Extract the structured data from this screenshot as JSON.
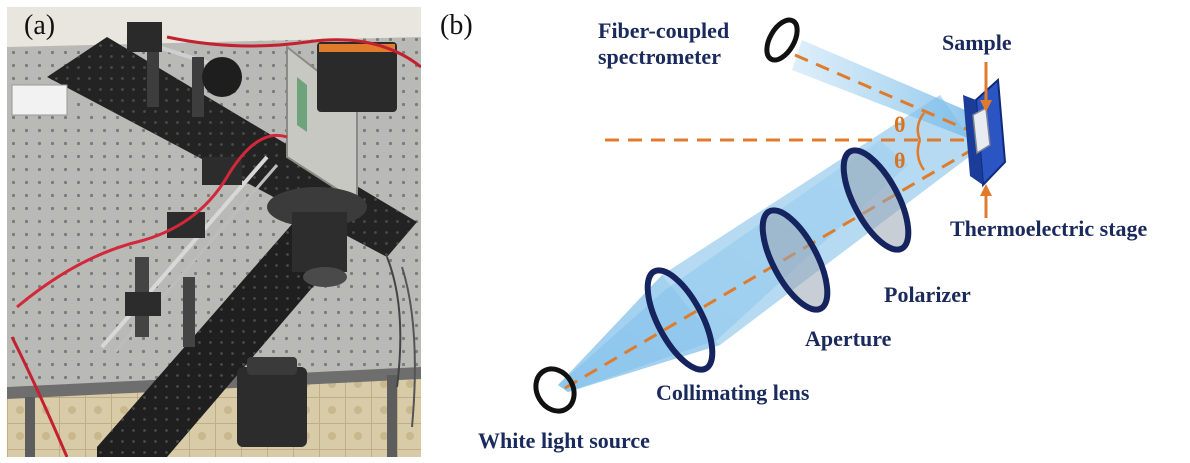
{
  "panels": {
    "a_label": "(a)",
    "b_label": "(b)"
  },
  "labels": {
    "spectrometer_line1": "Fiber-coupled",
    "spectrometer_line2": "spectrometer",
    "sample": "Sample",
    "thermoelectric_stage": "Thermoelectric stage",
    "polarizer": "Polarizer",
    "aperture": "Aperture",
    "collimating_lens": "Collimating lens",
    "white_light_source": "White light source",
    "theta_upper": "θ",
    "theta_lower": "θ"
  },
  "colors": {
    "label_text": "#1a2a5c",
    "beam": "#8fc7ec",
    "optical_axis": "#e07b2c",
    "stage": "#2b4fb0",
    "lens_ring": "#15245e"
  }
}
